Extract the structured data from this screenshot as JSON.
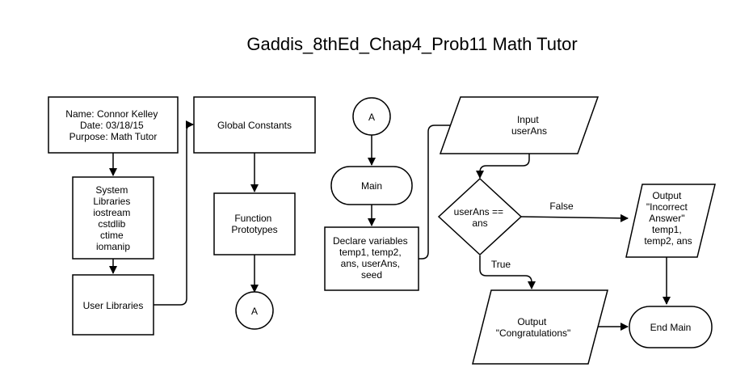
{
  "title": "Gaddis_8thEd_Chap4_Prob11 Math Tutor",
  "nodes": {
    "header": [
      "Name: Connor Kelley",
      "Date: 03/18/15",
      "Purpose: Math Tutor"
    ],
    "system_libs": [
      "System",
      "Libraries",
      "iostream",
      "cstdlib",
      "ctime",
      "iomanip"
    ],
    "user_libs": [
      "User Libraries"
    ],
    "global_constants": [
      "Global Constants"
    ],
    "function_prototypes": [
      "Function",
      "Prototypes"
    ],
    "connector_a_out": [
      "A"
    ],
    "connector_a_in": [
      "A"
    ],
    "main": [
      "Main"
    ],
    "declare_vars": [
      "Declare variables",
      "temp1, temp2,",
      "ans, userAns,",
      "seed"
    ],
    "input_user_ans": [
      "Input",
      "userAns"
    ],
    "decision": [
      "userAns ==",
      "ans"
    ],
    "output_incorrect": [
      "Output",
      "\"Incorrect",
      "Answer\"",
      "temp1,",
      "temp2, ans"
    ],
    "output_congrats": [
      "Output",
      "\"Congratulations\""
    ],
    "end_main": [
      "End Main"
    ]
  },
  "edges": {
    "false_label": "False",
    "true_label": "True"
  },
  "colors": {
    "stroke": "#000000",
    "fill": "#ffffff",
    "text": "#000000"
  }
}
